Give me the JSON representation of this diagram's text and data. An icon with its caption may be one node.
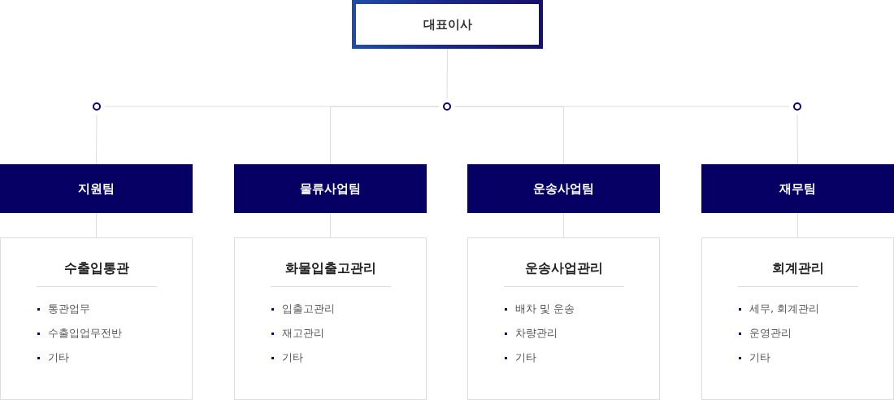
{
  "diagram": {
    "nodes": [
      {
        "text": [
          "대표이사"
        ]
      },
      {
        "text": [],
        "shape": "circle"
      },
      {
        "text": [],
        "shape": "circle"
      },
      {
        "text": [],
        "shape": "circle"
      },
      {
        "text": [
          "지원팀"
        ]
      },
      {
        "text": [
          "물류사업팀"
        ]
      },
      {
        "text": [
          "운송사업팀"
        ]
      },
      {
        "text": [
          "재무팀"
        ]
      },
      {
        "text": [
          "수출입통관",
          "통관업무",
          "수출입업무전반",
          "기타"
        ]
      },
      {
        "text": [
          "화물입출고관리",
          "입출고관리",
          "재고관리",
          "기타"
        ]
      },
      {
        "text": [
          "운송사업관리",
          "배차 및 운송",
          "차량관리",
          "기타"
        ]
      },
      {
        "text": [
          "회계관리",
          "세무, 회계관리",
          "운영관리",
          "기타"
        ]
      }
    ],
    "edges": [
      {
        "from": 0,
        "to": 2,
        "arrow": "none"
      },
      {
        "from": 2,
        "to": 1,
        "arrow": "none"
      },
      {
        "from": 2,
        "to": 3,
        "arrow": "none"
      },
      {
        "from": 2,
        "to": 5,
        "arrow": "none"
      },
      {
        "from": 2,
        "to": 6,
        "arrow": "none"
      },
      {
        "from": 1,
        "to": 4,
        "arrow": "none"
      },
      {
        "from": 3,
        "to": 7,
        "arrow": "none"
      },
      {
        "from": 4,
        "to": 8,
        "arrow": "none"
      },
      {
        "from": 5,
        "to": 9,
        "arrow": "none"
      },
      {
        "from": 6,
        "to": 10,
        "arrow": "none"
      },
      {
        "from": 7,
        "to": 11,
        "arrow": "none"
      }
    ]
  }
}
